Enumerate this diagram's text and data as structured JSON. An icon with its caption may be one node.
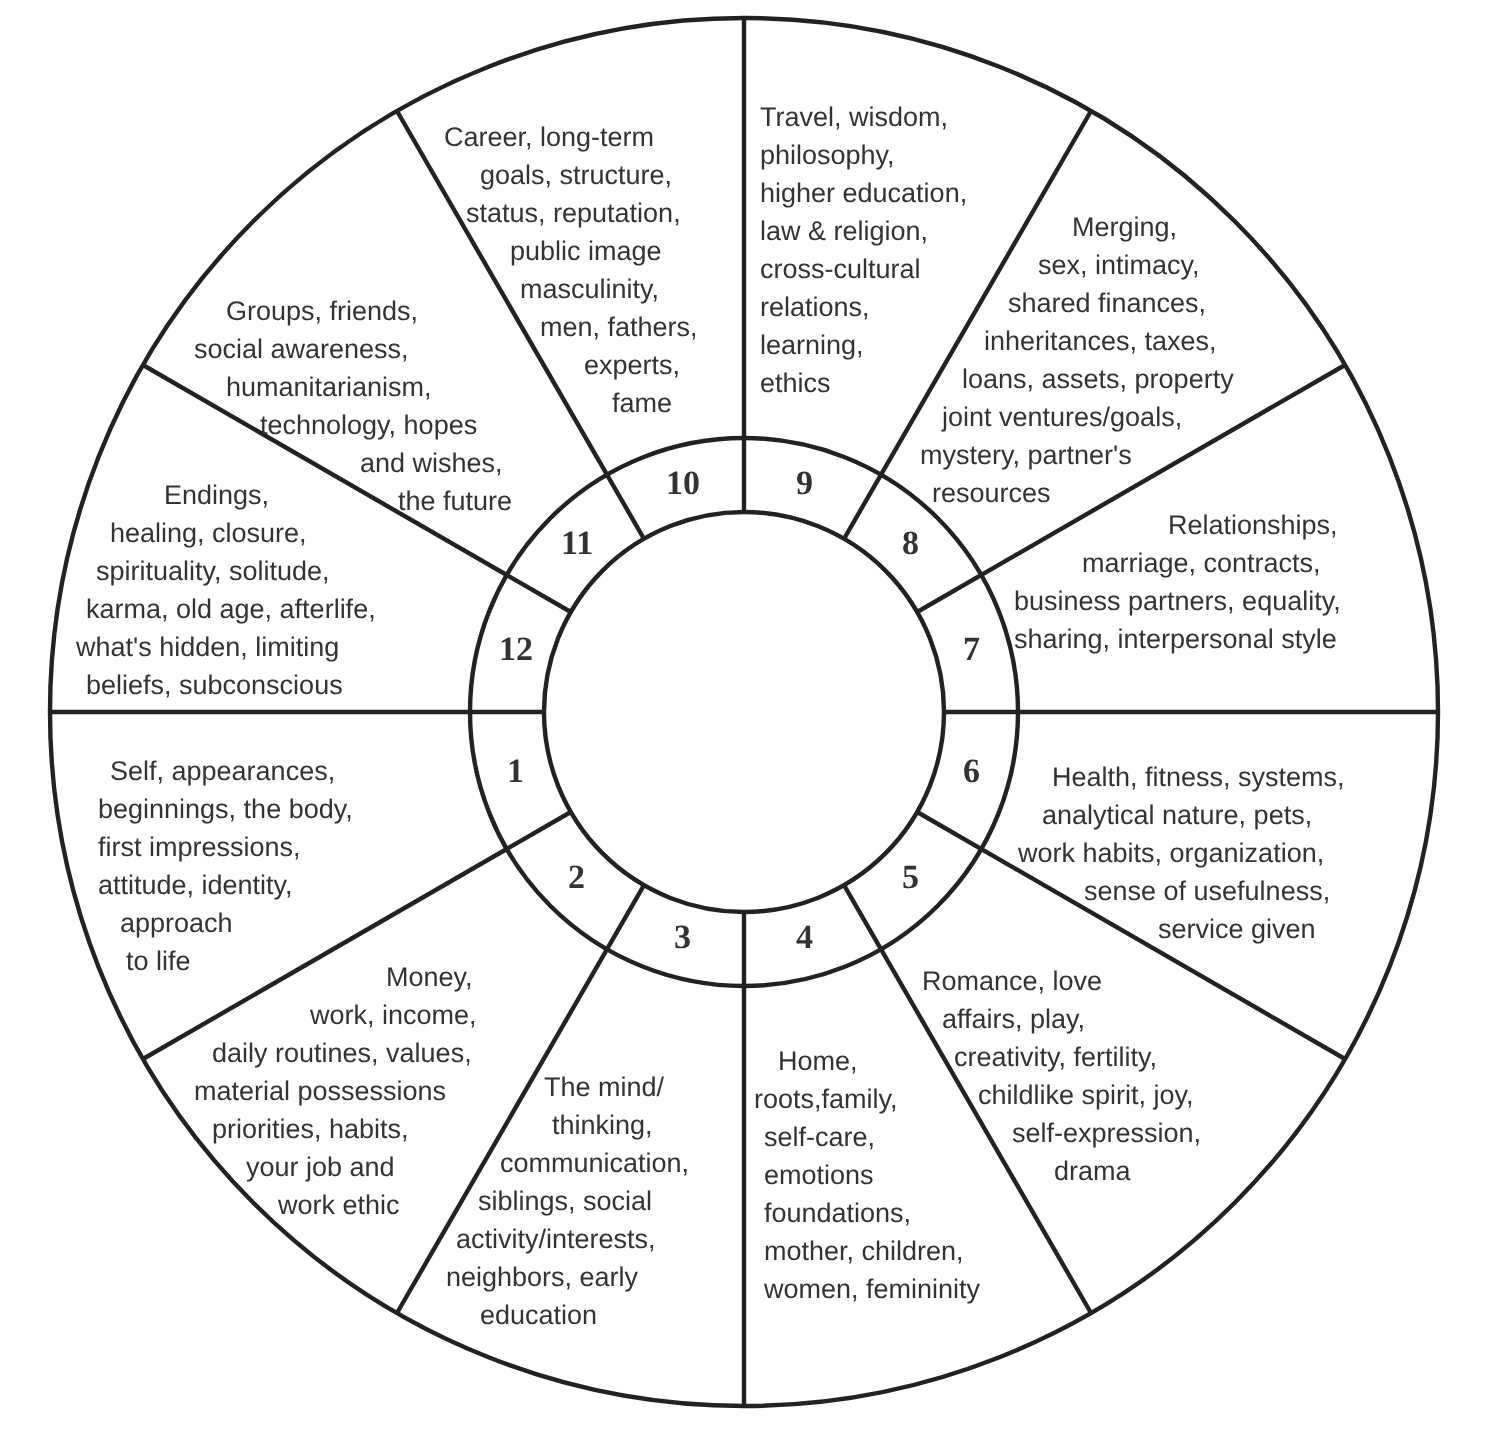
{
  "diagram": {
    "nodes": [
      {
        "text": [
          "1"
        ]
      },
      {
        "text": [
          "Self, appearances, beginnings, the body, first impressions, attitude, identity, approach to life"
        ]
      },
      {
        "text": [
          "2"
        ]
      },
      {
        "text": [
          "Money, work, income, daily routines, values, material possessions priorities, habits, your job and work ethic"
        ]
      },
      {
        "text": [
          "3"
        ]
      },
      {
        "text": [
          "The mind/ thinking, communication, siblings, social activity/interests, neighbors, early education"
        ]
      },
      {
        "text": [
          "4"
        ]
      },
      {
        "text": [
          "Home, roots,family, self-care, emotions foundations, mother, children, women, femininity"
        ]
      },
      {
        "text": [
          "5"
        ]
      },
      {
        "text": [
          "Romance, love affairs, play, creativity, fertility, childlike spirit, joy, self-expression, drama"
        ]
      },
      {
        "text": [
          "6"
        ]
      },
      {
        "text": [
          "Health, fitness, systems, analytical nature, pets, work habits, organization, sense of usefulness, service given"
        ]
      },
      {
        "text": [
          "7"
        ]
      },
      {
        "text": [
          "Relationships, marriage, contracts, business partners, equality, sharing, interpersonal style"
        ]
      },
      {
        "text": [
          "8"
        ]
      },
      {
        "text": [
          "Merging, sex, intimacy, shared finances, inheritances, taxes, loans, assets, property joint ventures/goals, mystery, partner's resources"
        ]
      },
      {
        "text": [
          "9"
        ]
      },
      {
        "text": [
          "Travel, wisdom, philosophy, higher education, law & religion, cross-cultural relations, learning, ethics"
        ]
      },
      {
        "text": [
          "10"
        ]
      },
      {
        "text": [
          "Career, long-term goals, structure, status, reputation, public image masculinity, men, fathers, experts, fame"
        ]
      },
      {
        "text": [
          "11"
        ]
      },
      {
        "text": [
          "Groups, friends, social awareness, humanitarianism, technology, hopes and wishes, the future"
        ]
      },
      {
        "text": [
          "12"
        ]
      },
      {
        "text": [
          "Endings, healing, closure, spirituality, solitude, karma, old age, afterlife, what's hidden, limiting beliefs, subconscious"
        ]
      }
    ]
  }
}
